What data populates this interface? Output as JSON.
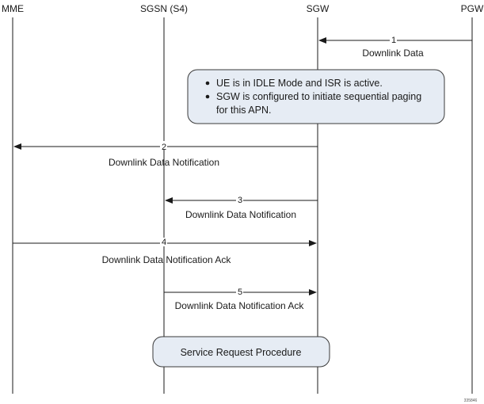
{
  "entities": [
    {
      "id": "mme",
      "label": "MME"
    },
    {
      "id": "sgsn",
      "label": "SGSN (S4)"
    },
    {
      "id": "sgw",
      "label": "SGW"
    },
    {
      "id": "pgw",
      "label": "PGW"
    }
  ],
  "messages": [
    {
      "step": "1",
      "from": "pgw",
      "to": "sgw",
      "label": "Downlink Data"
    },
    {
      "step": "2",
      "from": "sgw",
      "to": "mme",
      "label": "Downlink Data Notification"
    },
    {
      "step": "3",
      "from": "sgw",
      "to": "sgsn",
      "label": "Downlink Data Notification"
    },
    {
      "step": "4",
      "from": "mme",
      "to": "sgw",
      "label": "Downlink Data Notification Ack"
    },
    {
      "step": "5",
      "from": "sgsn",
      "to": "sgw",
      "label": "Downlink Data Notification Ack"
    }
  ],
  "note": {
    "bullets": [
      "UE is in IDLE Mode and ISR is active.",
      "SGW is configured to initiate sequential paging",
      "for this APN."
    ]
  },
  "procedure": {
    "label": "Service Request Procedure"
  },
  "figure_id": "335846",
  "colors": {
    "line": "#1a1a1a",
    "box_fill": "#e6ecf4",
    "box_stroke": "#3a3a3a"
  }
}
